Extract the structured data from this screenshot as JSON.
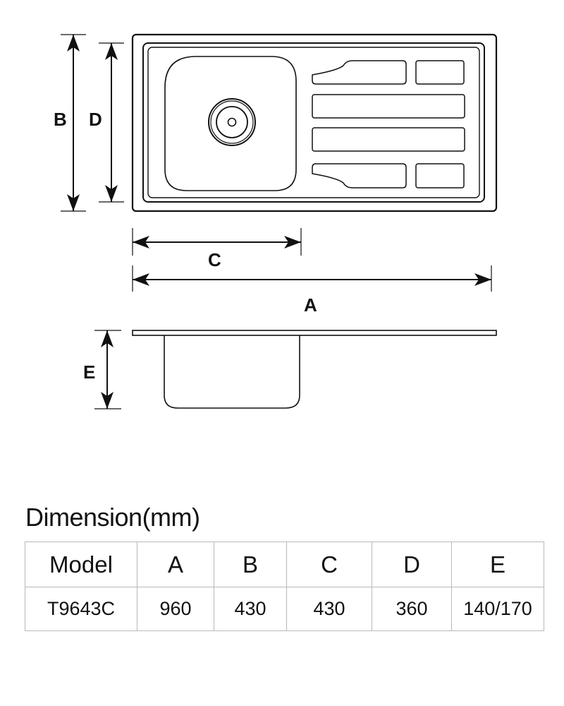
{
  "diagram": {
    "labels": {
      "a": "A",
      "b": "B",
      "c": "C",
      "d": "D",
      "e": "E"
    }
  },
  "dimension_table": {
    "title": "Dimension(mm)",
    "headers": [
      "Model",
      "A",
      "B",
      "C",
      "D",
      "E"
    ],
    "rows": [
      [
        "T9643C",
        "960",
        "430",
        "430",
        "360",
        "140/170"
      ]
    ]
  }
}
